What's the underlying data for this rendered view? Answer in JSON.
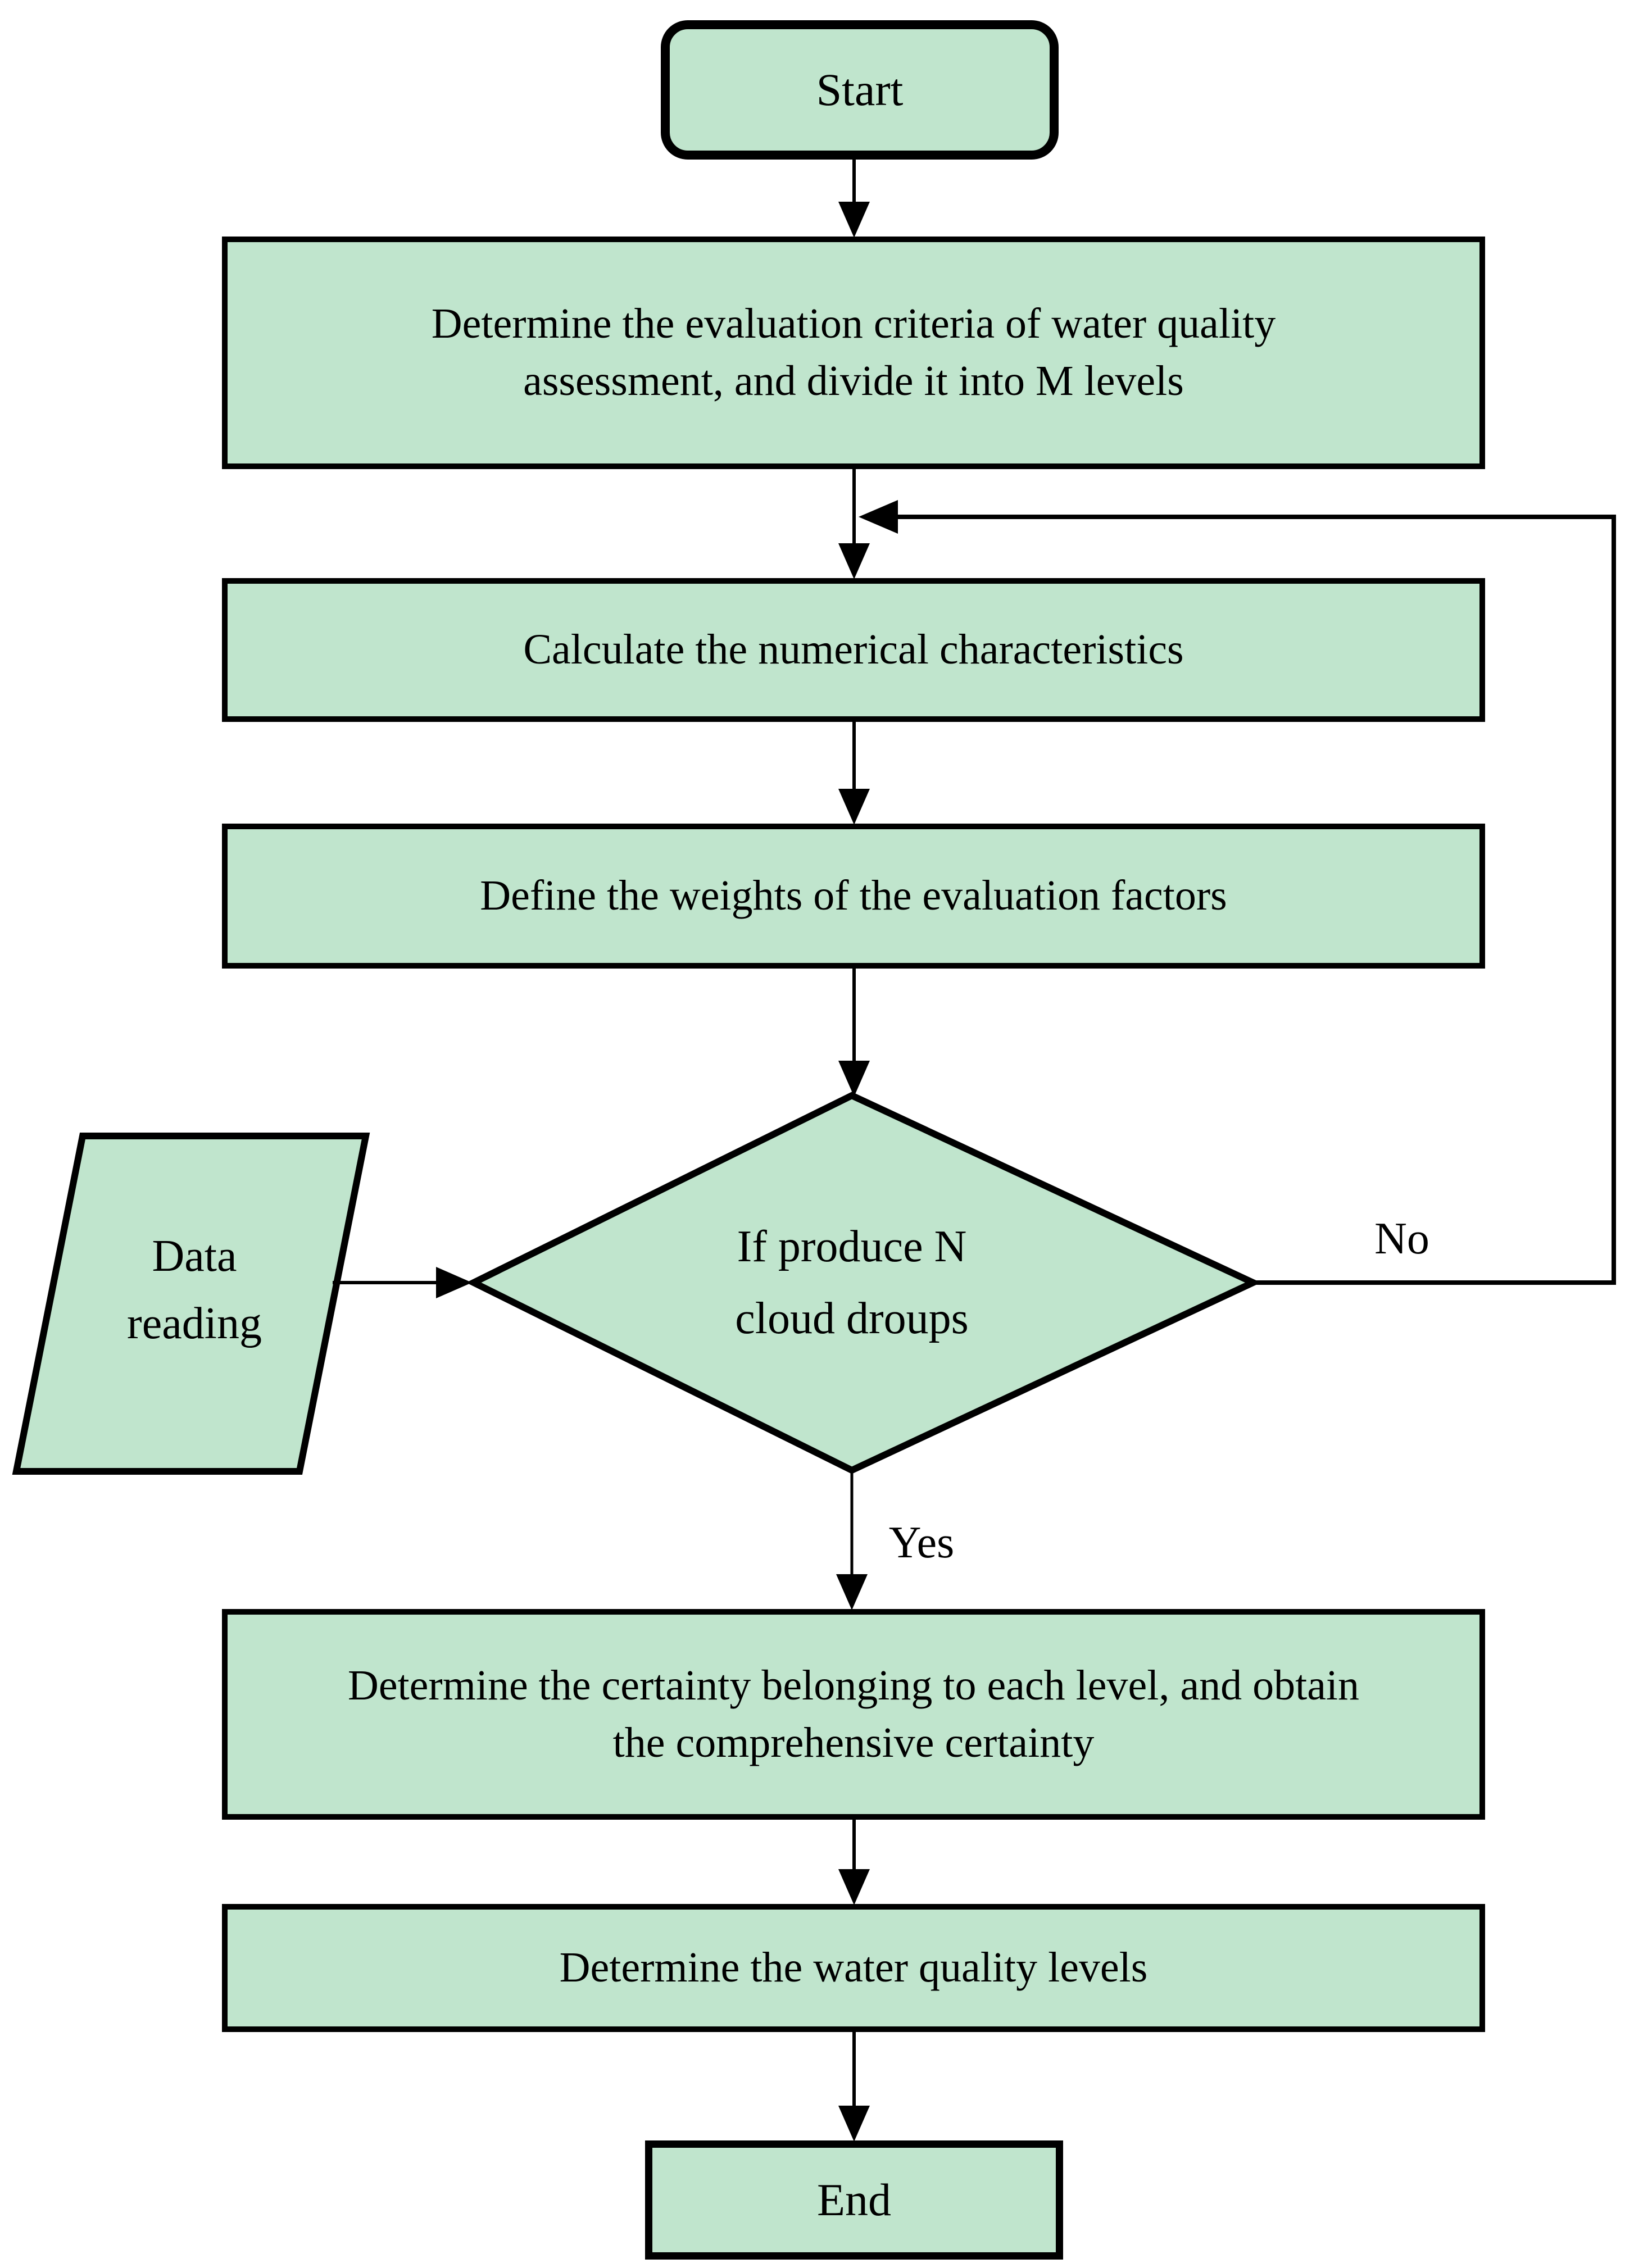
{
  "colors": {
    "shape_fill": "#c0e5cd",
    "shape_border": "#000000",
    "line_color": "#000000",
    "text_color": "#000000",
    "background": "#ffffff"
  },
  "nodes": {
    "start": {
      "label": "Start"
    },
    "criteria": {
      "label": "Determine the evaluation criteria of water quality\nassessment, and divide it into M levels"
    },
    "calculate": {
      "label": "Calculate the numerical characteristics"
    },
    "weights": {
      "label": "Define the weights of the evaluation factors"
    },
    "decision": {
      "label": "If produce N\ncloud droups"
    },
    "data_reading": {
      "label": "Data\nreading"
    },
    "certainty": {
      "label": "Determine the certainty belonging to each level, and obtain\nthe comprehensive certainty"
    },
    "levels": {
      "label": "Determine the water quality levels"
    },
    "end": {
      "label": "End"
    }
  },
  "edge_labels": {
    "yes": "Yes",
    "no": "No"
  }
}
